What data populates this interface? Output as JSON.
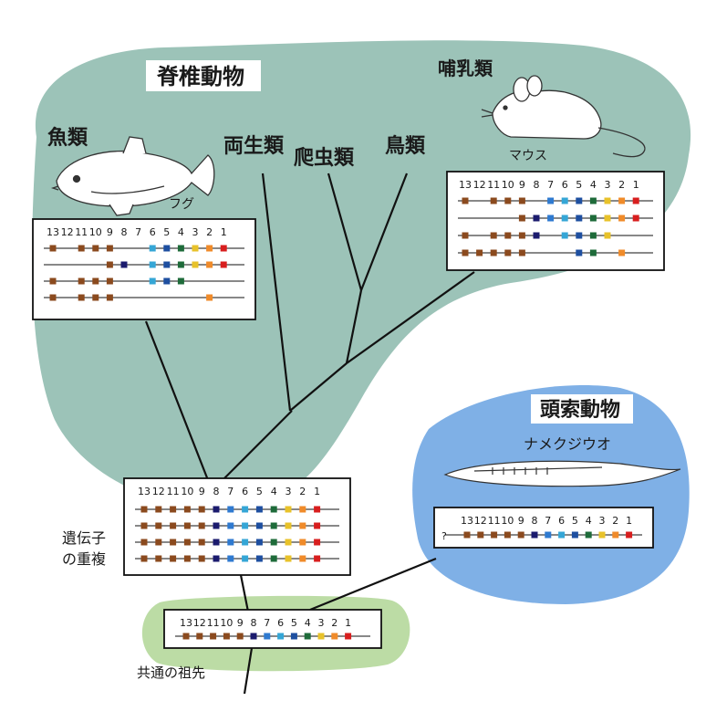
{
  "colors": {
    "vertebrate_region": "#9cc3b8",
    "chordate_region": "#7fb0e6",
    "ancestor_region": "#bcdca5",
    "line": "#111111",
    "genes": [
      "#8b4a1e",
      "#8b4a1e",
      "#8b4a1e",
      "#8b4a1e",
      "#8b4a1e",
      "#1b1b6e",
      "#2f7ad0",
      "#35a6d6",
      "#1e4fa0",
      "#1e6b3a",
      "#e8c22a",
      "#f08b2a",
      "#d81e1e"
    ]
  },
  "labels": {
    "vertebrates": "脊椎動物",
    "mammals": "哺乳類",
    "fish": "魚類",
    "amphibians": "両生類",
    "reptiles": "爬虫類",
    "birds": "鳥類",
    "mouse": "マウス",
    "pufferfish": "フグ",
    "cephalochordates": "頭索動物",
    "amphioxus": "ナメクジウオ",
    "duplication_line1": "遺伝子",
    "duplication_line2": "の重複",
    "common_ancestor": "共通の祖先",
    "unknown": "?"
  },
  "gene_numbers": [
    "13",
    "12",
    "11",
    "10",
    "9",
    "8",
    "7",
    "6",
    "5",
    "4",
    "3",
    "2",
    "1"
  ],
  "gene_boxes": {
    "fish": [
      [
        1,
        0,
        1,
        1,
        1,
        0,
        0,
        1,
        1,
        1,
        1,
        1,
        1
      ],
      [
        0,
        0,
        0,
        0,
        1,
        1,
        0,
        1,
        1,
        1,
        1,
        1,
        1
      ],
      [
        1,
        0,
        1,
        1,
        1,
        0,
        0,
        1,
        1,
        1,
        0,
        0,
        0
      ],
      [
        1,
        0,
        1,
        1,
        1,
        0,
        0,
        0,
        0,
        0,
        0,
        1,
        0
      ]
    ],
    "mammal": [
      [
        1,
        0,
        1,
        1,
        1,
        0,
        1,
        1,
        1,
        1,
        1,
        1,
        1
      ],
      [
        0,
        0,
        0,
        0,
        1,
        1,
        1,
        1,
        1,
        1,
        1,
        1,
        1
      ],
      [
        1,
        0,
        1,
        1,
        1,
        1,
        0,
        1,
        1,
        1,
        1,
        0,
        0
      ],
      [
        1,
        1,
        1,
        1,
        1,
        0,
        0,
        0,
        1,
        1,
        0,
        1,
        0
      ]
    ],
    "duplication": [
      [
        1,
        1,
        1,
        1,
        1,
        1,
        1,
        1,
        1,
        1,
        1,
        1,
        1
      ],
      [
        1,
        1,
        1,
        1,
        1,
        1,
        1,
        1,
        1,
        1,
        1,
        1,
        1
      ],
      [
        1,
        1,
        1,
        1,
        1,
        1,
        1,
        1,
        1,
        1,
        1,
        1,
        1
      ],
      [
        1,
        1,
        1,
        1,
        1,
        1,
        1,
        1,
        1,
        1,
        1,
        1,
        1
      ]
    ],
    "amphioxus": [
      [
        1,
        1,
        1,
        1,
        1,
        1,
        1,
        1,
        1,
        1,
        1,
        1,
        1
      ]
    ],
    "ancestor": [
      [
        1,
        1,
        1,
        1,
        1,
        1,
        1,
        1,
        1,
        1,
        1,
        1,
        1
      ]
    ]
  }
}
